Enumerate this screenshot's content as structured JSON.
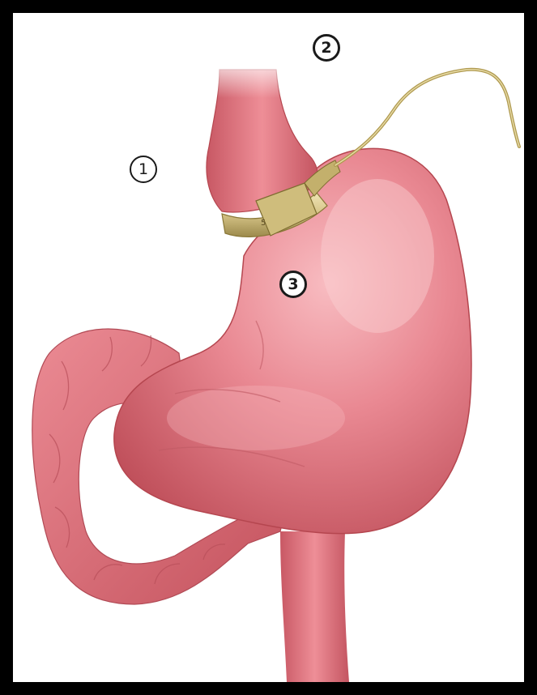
{
  "diagram": {
    "markers": [
      {
        "id": "1",
        "label": "1"
      },
      {
        "id": "2",
        "label": "2"
      },
      {
        "id": "3",
        "label": "3"
      }
    ],
    "band_mark": "5"
  },
  "colors": {
    "background_frame": "#000000",
    "canvas": "#ffffff",
    "stomach_main": "#e4707c",
    "stomach_highlight": "#f6b0b6",
    "stomach_shadow": "#b8454f",
    "band": "#d8c98c",
    "band_shadow": "#9c8a4c",
    "tube": "#b09a50"
  },
  "icons": {
    "stomach": "stomach-illustration",
    "band": "gastric-band-icon",
    "tube": "access-tube-icon"
  }
}
